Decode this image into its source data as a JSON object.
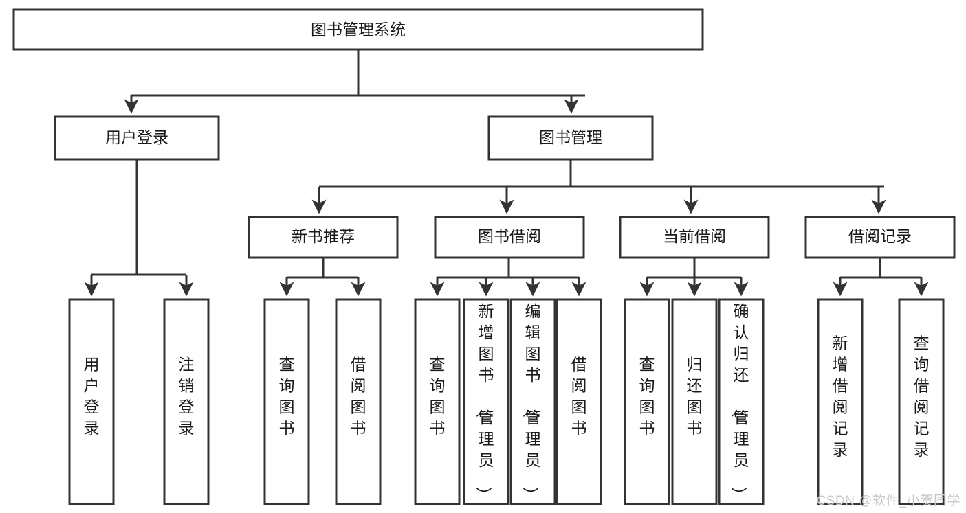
{
  "diagram": {
    "type": "tree-hierarchy",
    "title": "图书管理系统",
    "orientation": "top-down",
    "colors": {
      "stroke": "#333333",
      "box_fill": "#ffffff",
      "text": "#1a1a1a",
      "background": "#ffffff",
      "watermark": "#c9c9c9"
    },
    "nodes": {
      "root": {
        "label": "图书管理系统"
      },
      "level2": [
        {
          "id": "user-login",
          "label": "用户登录"
        },
        {
          "id": "book-management",
          "label": "图书管理"
        }
      ],
      "level3": [
        {
          "id": "new-book-recommend",
          "label": "新书推荐"
        },
        {
          "id": "book-borrow",
          "label": "图书借阅"
        },
        {
          "id": "current-borrow",
          "label": "当前借阅"
        },
        {
          "id": "borrow-record",
          "label": "借阅记录"
        }
      ],
      "leaves": {
        "user_login": [
          {
            "id": "leaf-user-login",
            "label": "用户登录"
          },
          {
            "id": "leaf-logout-login",
            "label": "注销登录"
          }
        ],
        "new_book_recommend": [
          {
            "id": "leaf-query-book-1",
            "label": "查询图书"
          },
          {
            "id": "leaf-borrow-book-1",
            "label": "借阅图书"
          }
        ],
        "book_borrow": [
          {
            "id": "leaf-query-book-2",
            "label": "查询图书"
          },
          {
            "id": "leaf-add-book",
            "label": "新增图书（管理员）"
          },
          {
            "id": "leaf-edit-book",
            "label": "编辑图书（管理员）"
          },
          {
            "id": "leaf-borrow-book-2",
            "label": "借阅图书"
          }
        ],
        "current_borrow": [
          {
            "id": "leaf-query-book-3",
            "label": "查询图书"
          },
          {
            "id": "leaf-return-book",
            "label": "归还图书"
          },
          {
            "id": "leaf-confirm-return",
            "label": "确认归还（管理员）"
          }
        ],
        "borrow_record": [
          {
            "id": "leaf-add-record",
            "label": "新增借阅记录"
          },
          {
            "id": "leaf-query-record",
            "label": "查询借阅记录"
          }
        ]
      }
    }
  },
  "watermark": {
    "text": "CSDN @软件_小贺同学"
  }
}
